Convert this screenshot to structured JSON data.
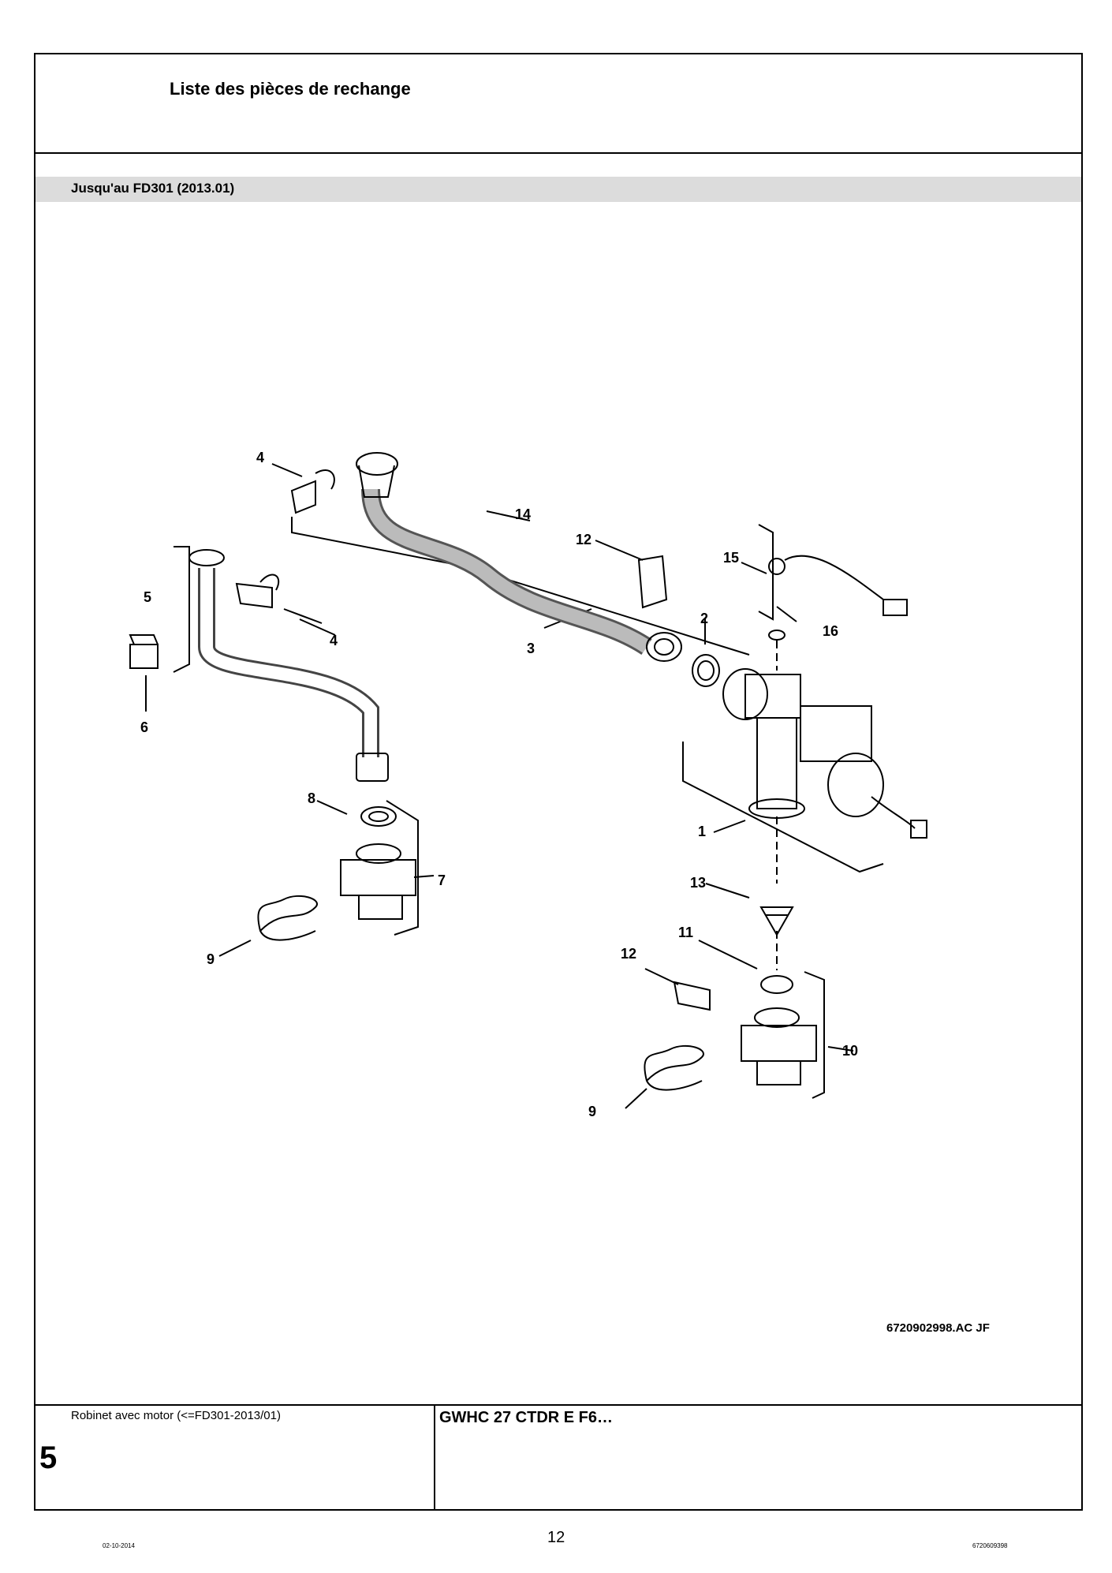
{
  "page": {
    "title": "Liste des pièces de rechange",
    "banner": "Jusqu'au FD301 (2013.01)",
    "section_name": "Robinet avec motor (<=FD301-2013/01)",
    "section_number": "5",
    "model": "GWHC 27 CTDR E F6…",
    "figure_ref": "6720902998.AC JF",
    "date": "02-10-2014",
    "page_number": "12",
    "doc_number": "6720609398"
  },
  "diagram": {
    "labels": [
      "1",
      "2",
      "3",
      "4",
      "4",
      "5",
      "6",
      "7",
      "8",
      "9",
      "9",
      "10",
      "11",
      "12",
      "12",
      "13",
      "14",
      "15",
      "16"
    ]
  }
}
